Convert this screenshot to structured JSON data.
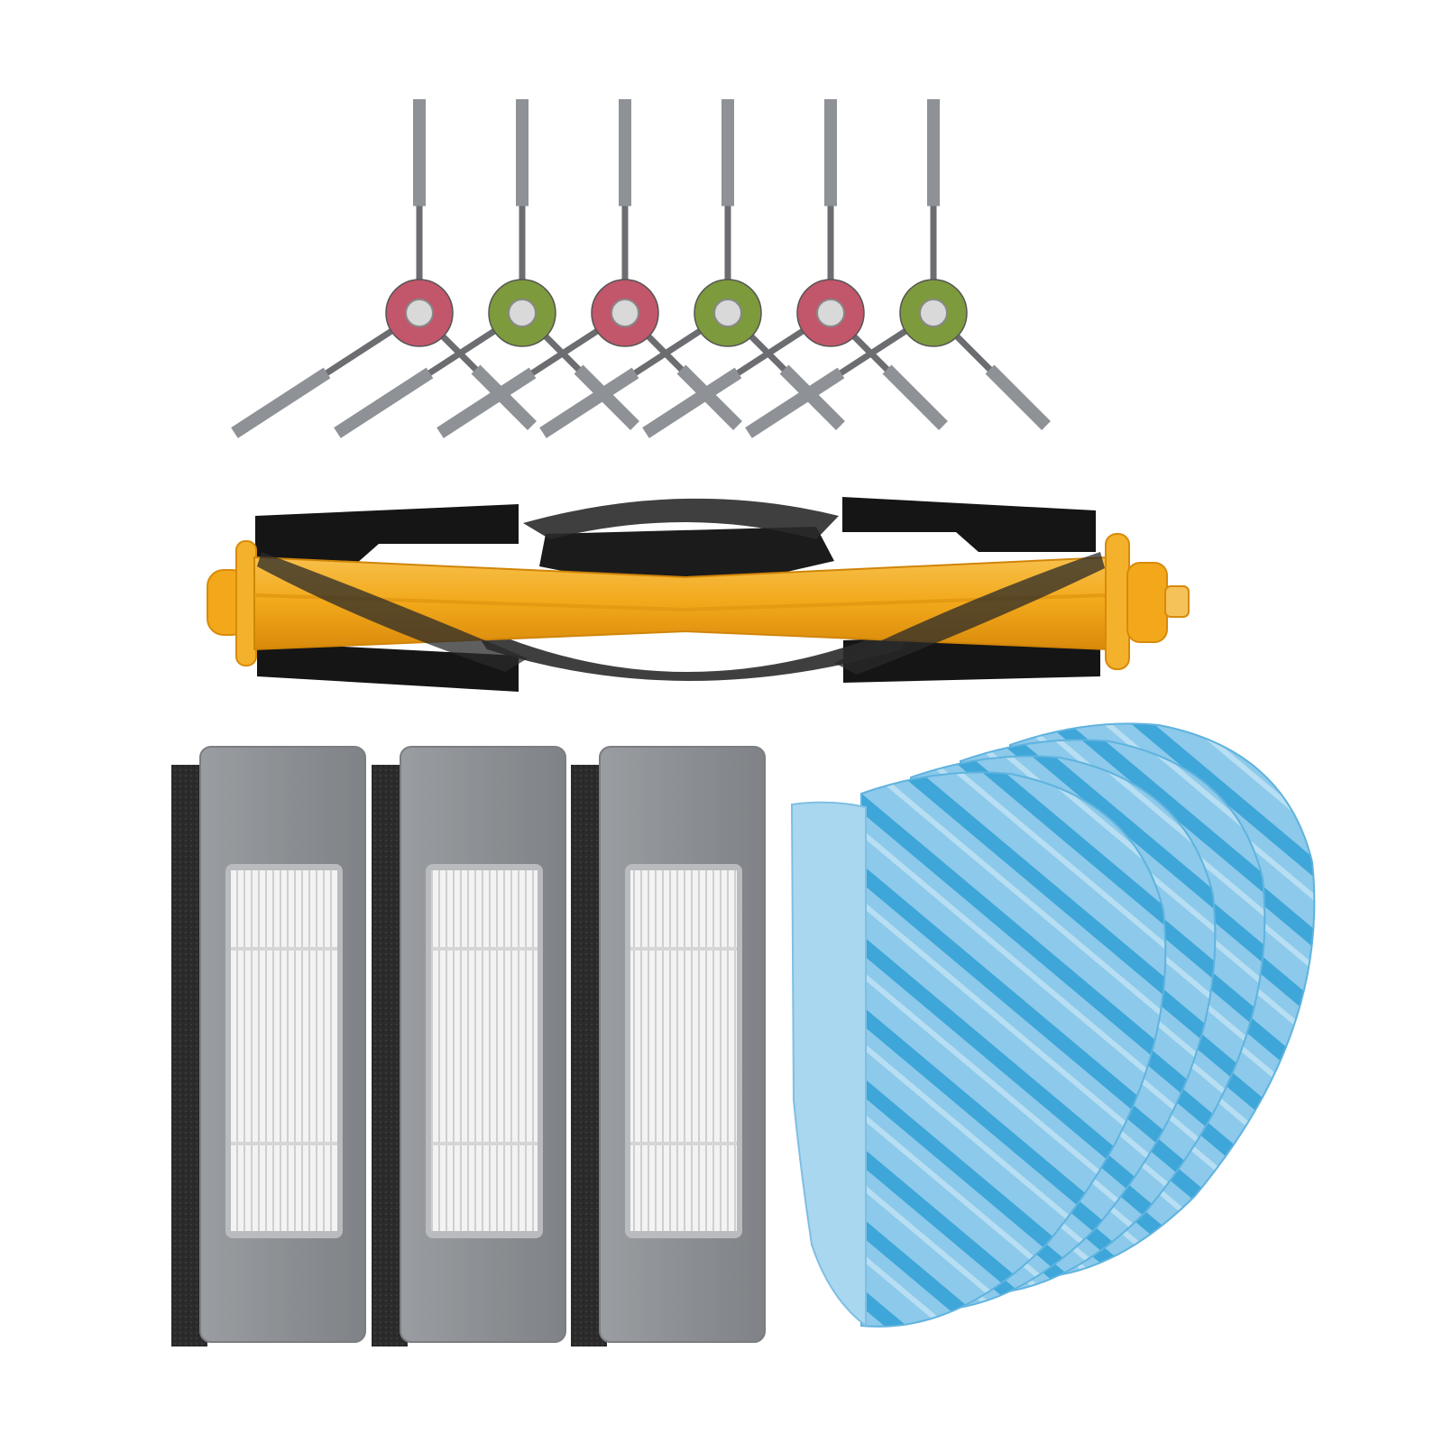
{
  "scene": {
    "background": "#ffffff",
    "description_free": true
  },
  "side_brushes": {
    "count": 6,
    "hub_colors": [
      "#c2566b",
      "#7d9a3c",
      "#c2566b",
      "#7d9a3c",
      "#c2566b",
      "#7d9a3c"
    ],
    "arm_color": "#6b6d70",
    "bristle_color": "#8e9195"
  },
  "roller_brush": {
    "core_color": "#f2a81a",
    "flap_color": "#151515",
    "bristle_color": "#2a2a2a"
  },
  "hepa_filters": {
    "count": 3,
    "frame_color": "#8f9296",
    "sponge_color": "#2b2b2b",
    "pleat_color": "#e8e8e8"
  },
  "mop_pads": {
    "count": 4,
    "base_color": "#8cc9ea",
    "stripe_color": "#3ea6d8",
    "tab_color": "#a9d7f0"
  }
}
